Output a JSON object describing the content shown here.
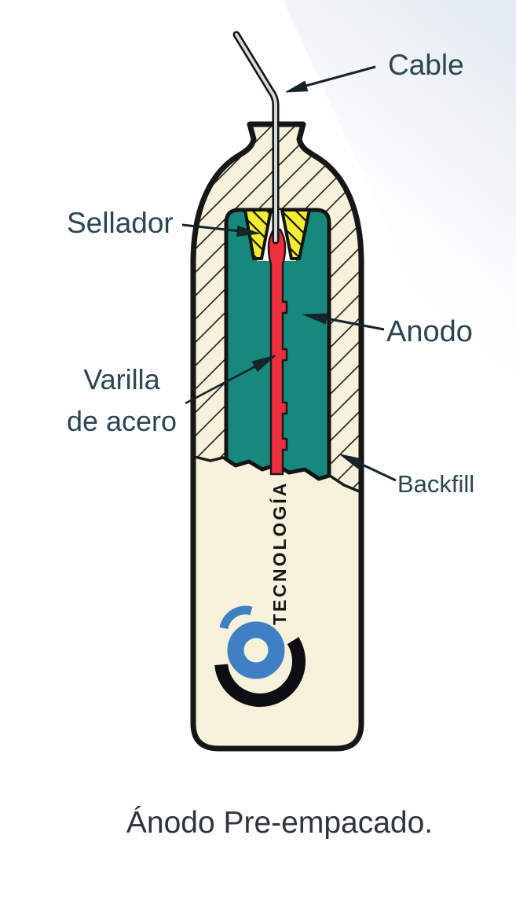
{
  "labels": {
    "cable": "Cable",
    "sellador": "Sellador",
    "anodo": "Anodo",
    "varilla_line1": "Varilla",
    "varilla_line2": "de acero",
    "backfill": "Backfill"
  },
  "logo": {
    "vertical_text": "TECNOLOGÍA"
  },
  "caption": "Ánodo Pre-empacado.",
  "colors": {
    "anode_teal": "#17897c",
    "sealer_yellow": "#f2ec33",
    "rod_red": "#ee2e3c",
    "shell_cream": "#f5f1da",
    "outline": "#161616",
    "label": "#2b4650",
    "caption": "#2e353d",
    "logo_blue": "#3f80c4",
    "logo_black": "#0d0d12",
    "cable_gray": "#d3d8d8"
  }
}
